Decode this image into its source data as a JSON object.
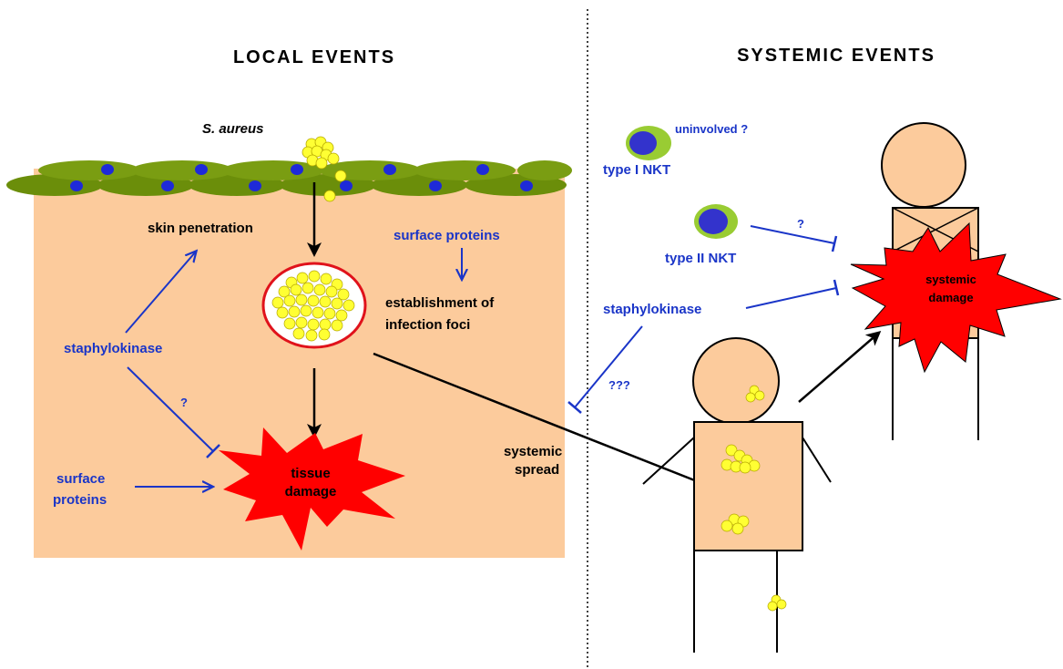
{
  "headings": {
    "local": "LOCAL EVENTS",
    "systemic": "SYSTEMIC EVENTS"
  },
  "labels": {
    "s_aureus": "S. aureus",
    "skin_penetration": "skin penetration",
    "surface_proteins_top": "surface proteins",
    "establishment_line1": "establishment of",
    "establishment_line2": "infection foci",
    "staphylokinase_local": "staphylokinase",
    "question_local": "?",
    "surface_proteins_bottom_line1": "surface",
    "surface_proteins_bottom_line2": "proteins",
    "tissue_damage_line1": "tissue",
    "tissue_damage_line2": "damage",
    "systemic_spread_line1": "systemic",
    "systemic_spread_line2": "spread",
    "uninvolved": "uninvolved ?",
    "type1_nkt": "type I NKT",
    "type2_nkt": "type II NKT",
    "question_type2": "?",
    "staphylokinase_systemic": "staphylokinase",
    "question_triple": "???",
    "systemic_damage_line1": "systemic",
    "systemic_damage_line2": "damage"
  },
  "colors": {
    "tissue": "#fccb9c",
    "epithelium": "#6b8e0a",
    "nucleus": "#1e2ad8",
    "bacteria": "#ffff33",
    "damage": "#ff0000",
    "inhibitor_blue": "#1a35c8",
    "nkt_outer": "#99cc33",
    "nkt_inner": "#3333cc"
  }
}
